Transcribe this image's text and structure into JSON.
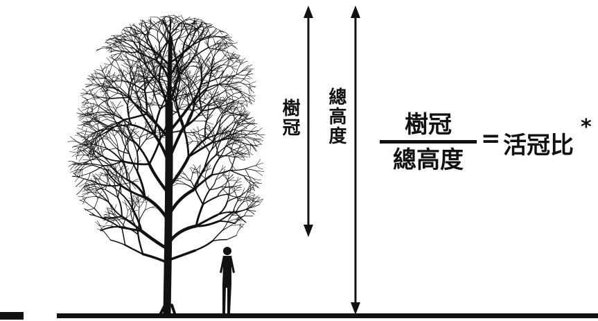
{
  "labels": {
    "crown": "樹冠",
    "total_height": "總高度"
  },
  "formula": {
    "numerator": "樹冠",
    "denominator": "總高度",
    "equals": "=",
    "result": "活冠比",
    "asterisk": "*"
  },
  "colors": {
    "ink": "#111111",
    "background": "#ffffff"
  },
  "icons": [
    "tree-illustration",
    "person-silhouette-icon",
    "double-arrow-icon"
  ]
}
